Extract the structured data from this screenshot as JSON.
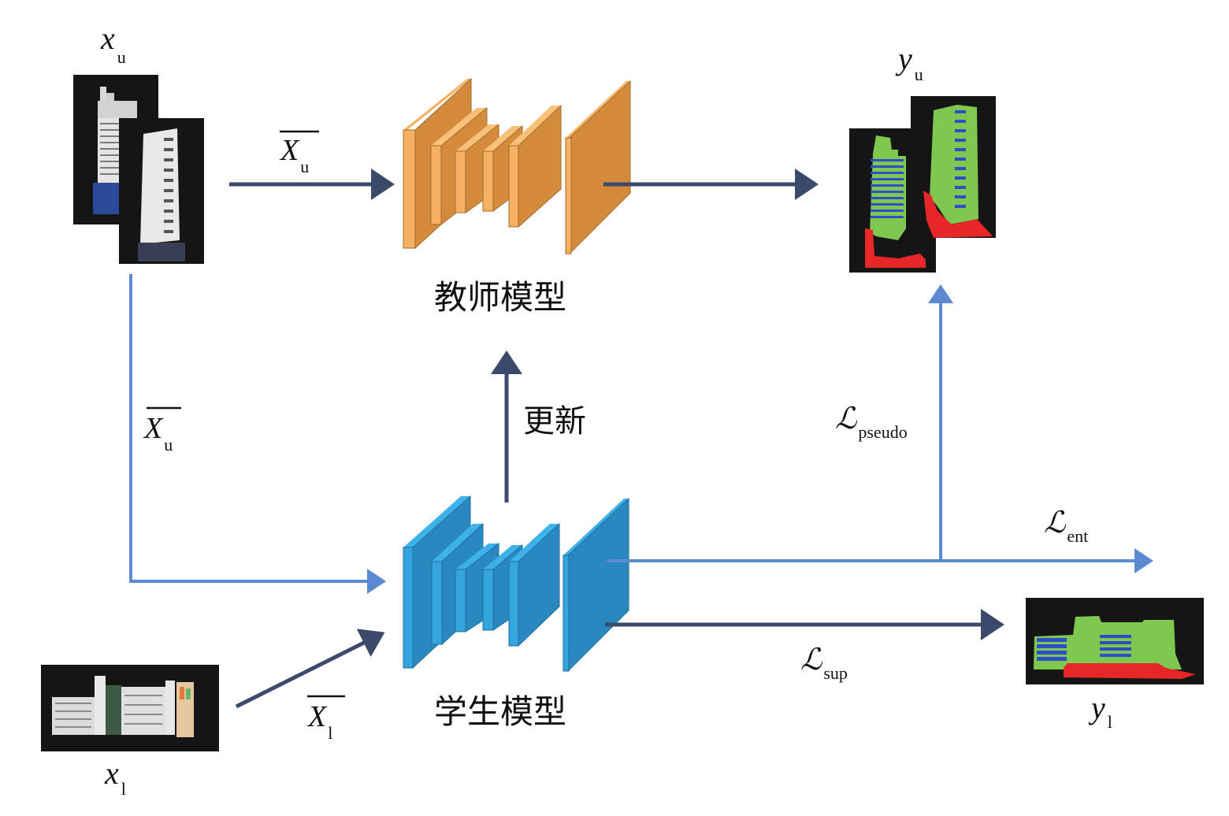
{
  "title": "Teacher-student semi-supervised segmentation framework",
  "colors": {
    "dark_arrow": "#3b4a6b",
    "blue_arrow": "#5b8ad0",
    "teacher_face": "#f5b061",
    "teacher_side": "#d48c3c",
    "student_face": "#35a6dd",
    "student_side": "#2a88c0",
    "seg_green": "#7ec850",
    "seg_blue": "#2a4fc8",
    "seg_red": "#e82828",
    "image_bg": "#151515"
  },
  "nodes": {
    "teacher": {
      "label": "教师模型"
    },
    "student": {
      "label": "学生模型"
    },
    "unlabeled_input": {
      "symbol": "x",
      "subscript": "u",
      "description": "unlabeled building images (two towers)"
    },
    "labeled_input": {
      "symbol": "x",
      "subscript": "l",
      "description": "labeled building image (wide facade)"
    },
    "pseudo_label": {
      "symbol": "y",
      "subscript": "u",
      "description": "teacher predicted segmentation maps"
    },
    "ground_truth": {
      "symbol": "y",
      "subscript": "l",
      "description": "ground-truth segmentation map"
    }
  },
  "edges": {
    "xu_to_teacher": {
      "symbol": "X",
      "subscript": "u",
      "overline": true
    },
    "xu_to_student": {
      "symbol": "X",
      "subscript": "u",
      "overline": true
    },
    "xl_to_student": {
      "symbol": "X",
      "subscript": "l",
      "overline": true
    },
    "update": {
      "label": "更新"
    },
    "pseudo_loss": {
      "symbol": "ℒ",
      "subscript": "pseudo"
    },
    "ent_loss": {
      "symbol": "ℒ",
      "subscript": "ent"
    },
    "sup_loss": {
      "symbol": "ℒ",
      "subscript": "sup"
    }
  }
}
